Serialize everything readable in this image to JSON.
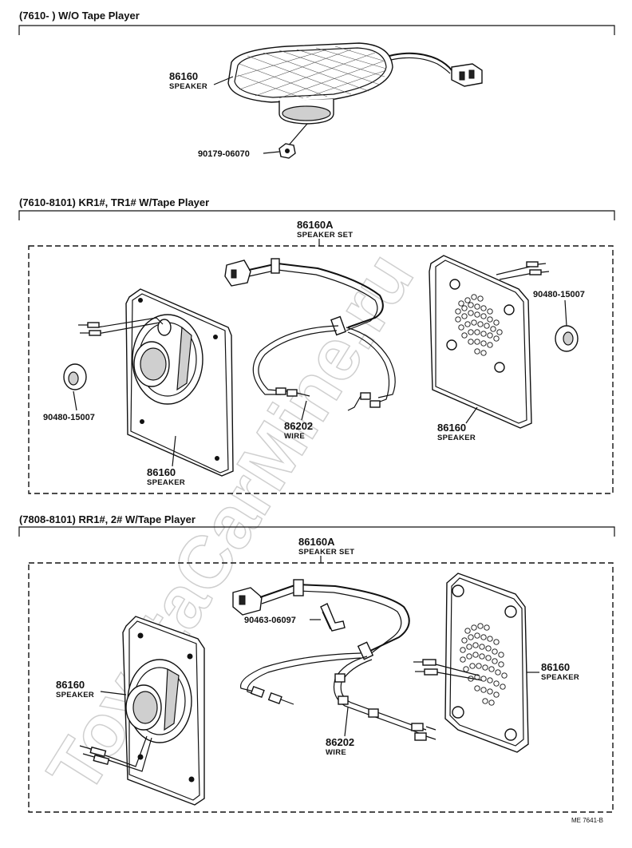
{
  "watermark": "ToyotaCarMine.ru",
  "footer_ref": "ME 7641-B",
  "section1": {
    "header": "(7610-        ) W/O Tape Player",
    "speaker_part": "86160",
    "speaker_label": "SPEAKER",
    "nut_part": "90179-06070"
  },
  "section2": {
    "header": "(7610-8101) KR1#, TR1# W/Tape Player",
    "set_part": "86160A",
    "set_label": "SPEAKER SET",
    "grommet_left_part": "90480-15007",
    "grommet_right_part": "90480-15007",
    "speaker_left_part": "86160",
    "speaker_left_label": "SPEAKER",
    "wire_part": "86202",
    "wire_label": "WIRE",
    "speaker_right_part": "86160",
    "speaker_right_label": "SPEAKER"
  },
  "section3": {
    "header": "(7808-8101) RR1#, 2# W/Tape Player",
    "set_part": "86160A",
    "set_label": "SPEAKER SET",
    "clip_part": "90463-06097",
    "speaker_left_part": "86160",
    "speaker_left_label": "SPEAKER",
    "wire_part": "86202",
    "wire_label": "WIRE",
    "speaker_right_part": "86160",
    "speaker_right_label": "SPEAKER"
  }
}
